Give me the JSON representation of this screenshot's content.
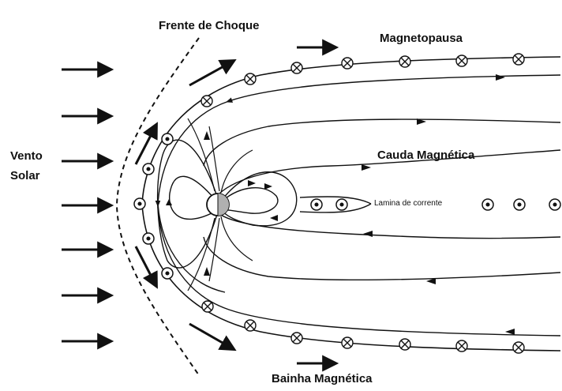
{
  "labels": {
    "bow_shock": "Frente de Choque",
    "magnetopause": "Magnetopausa",
    "solar_wind_line1": "Vento",
    "solar_wind_line2": "Solar",
    "magnetotail": "Cauda Magnética",
    "current_sheet": "Lamina de corrente",
    "magnetosheath": "Bainha Magnética"
  },
  "colors": {
    "ink": "#111111",
    "planet_fill": "#cccccc"
  },
  "symbols": {
    "out_of_page": "dot-in-circle",
    "into_page": "cross-in-circle"
  }
}
